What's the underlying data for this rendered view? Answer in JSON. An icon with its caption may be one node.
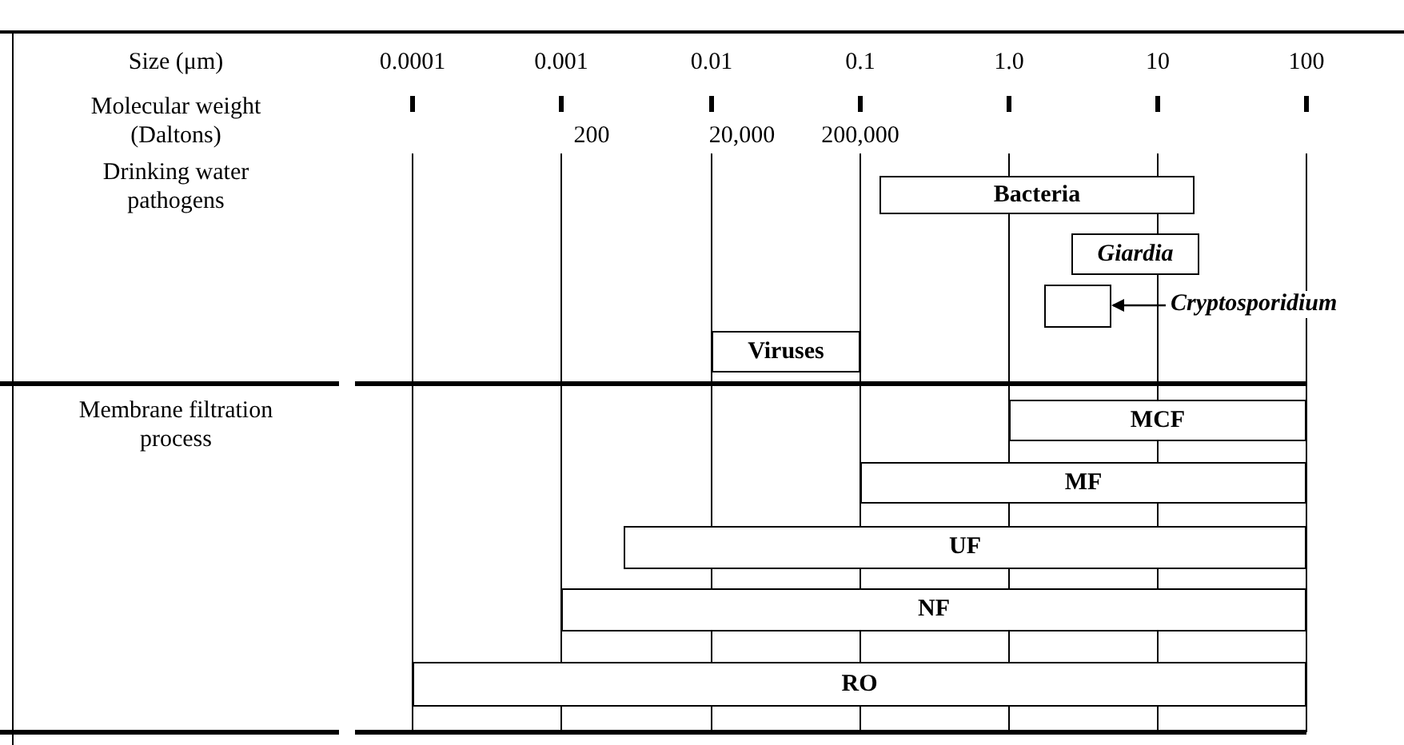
{
  "diagram": {
    "nodes": [
      {
        "text": [
          "Bacteria"
        ]
      },
      {
        "text": [
          "Giardia"
        ]
      },
      {
        "text": [
          "Cryptosporidium"
        ]
      },
      {
        "text": [],
        "shape": "box"
      },
      {
        "text": [
          "Viruses"
        ]
      },
      {
        "text": [
          "MCF"
        ]
      },
      {
        "text": [
          "MF"
        ]
      },
      {
        "text": [
          "UF"
        ]
      },
      {
        "text": [
          "NF"
        ]
      },
      {
        "text": [
          "RO"
        ]
      }
    ],
    "edges": [
      {
        "from": 2,
        "to": 3,
        "arrow": "to"
      }
    ],
    "labels": [
      "Size (μm)",
      "0.0001",
      "0.001",
      "0.01",
      "0.1",
      "1.0",
      "10",
      "100",
      "Molecular weight (Daltons)",
      "200",
      "20,000",
      "200,000",
      "Drinking water pathogens",
      "Membrane filtration process"
    ]
  }
}
